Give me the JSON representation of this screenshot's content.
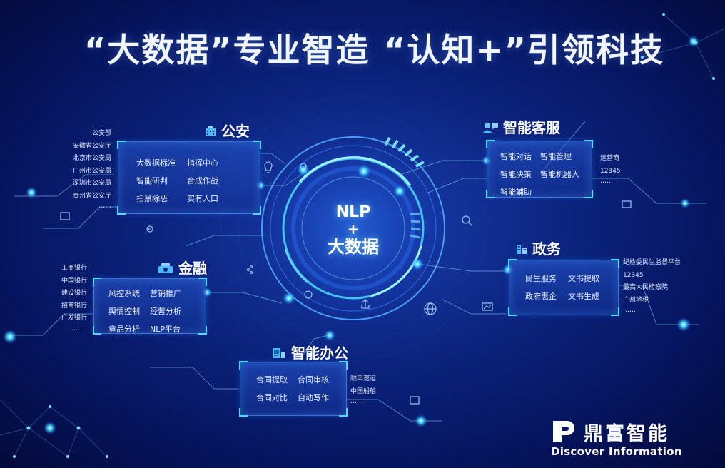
{
  "headline": {
    "left": "“大数据”专业智造",
    "right": "“认知+”引领科技"
  },
  "center": {
    "line1": "NLP",
    "line2": "+",
    "line3": "大数据"
  },
  "sections": {
    "gongan": {
      "title": "公安",
      "items": [
        "大数据标准",
        "指挥中心",
        "智能研判",
        "合成作战",
        "扫黑除恶",
        "实有人口"
      ],
      "clients": [
        "公安部",
        "安徽省公安厅",
        "北京市公安局",
        "广州市公安局",
        "深圳市公安局",
        "贵州省公安厅",
        "……"
      ]
    },
    "kefu": {
      "title": "智能客服",
      "items": [
        "智能对话",
        "智能管理",
        "智能决策",
        "智能机器人",
        "智能辅助"
      ],
      "clients": [
        "运营商",
        "12345",
        "……"
      ]
    },
    "jinrong": {
      "title": "金融",
      "items": [
        "风控系统",
        "营销推广",
        "舆情控制",
        "经营分析",
        "竟品分析",
        "NLP平台"
      ],
      "clients": [
        "工商银行",
        "中国银行",
        "建设银行",
        "招商银行",
        "广发银行",
        "……"
      ]
    },
    "zhengwu": {
      "title": "政务",
      "items": [
        "民生服务",
        "文书提取",
        "政府惠企",
        "文书生成"
      ],
      "clients": [
        "纪检委民生监督平台",
        "12345",
        "最高人民检察院",
        "广州地税",
        "……"
      ]
    },
    "bangong": {
      "title": "智能办公",
      "items": [
        "合同提取",
        "合同审核",
        "合同对比",
        "自动写作"
      ],
      "clients": [
        "顺丰速运",
        "中国船舶",
        "……"
      ]
    }
  },
  "logo": {
    "name_cn": "鼎富智能",
    "name_en": "Discover Information"
  },
  "colors": {
    "accent": "#4fdcff",
    "panel_border": "#5aaaff",
    "background": "#0c2580"
  }
}
